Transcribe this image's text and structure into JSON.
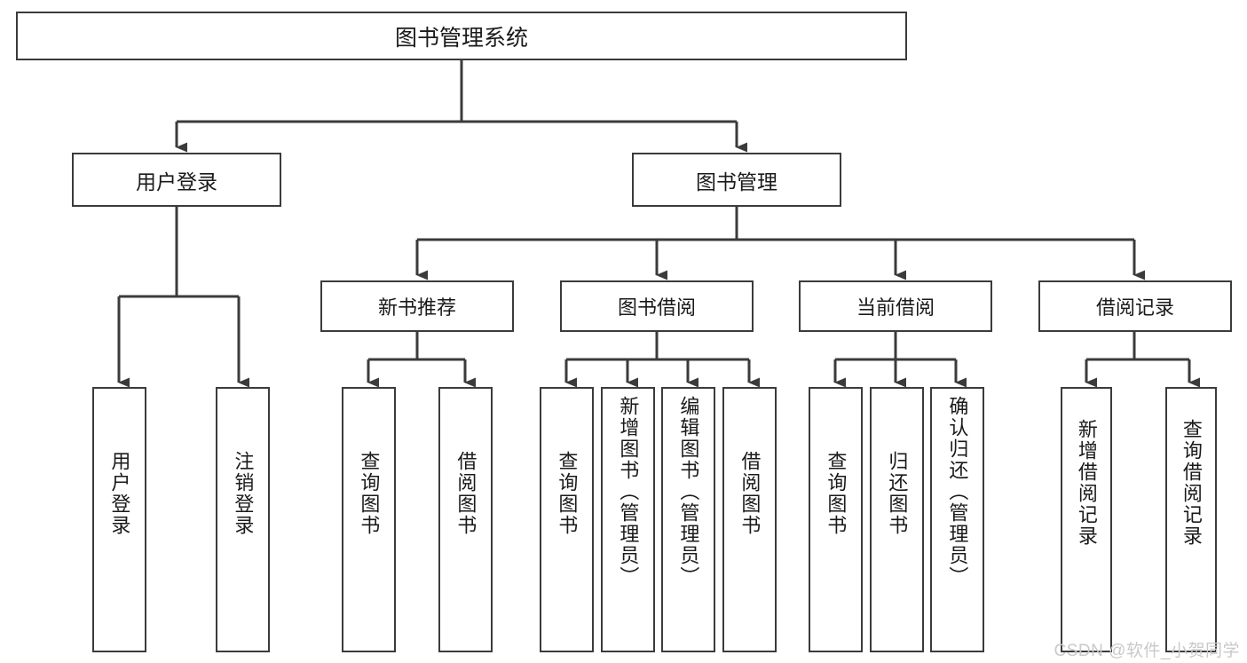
{
  "diagram": {
    "type": "tree-hierarchy",
    "title": "图书管理系统",
    "orientation": "top-down",
    "colors": {
      "box_border": "#3b3b3b",
      "box_fill": "#ffffff",
      "connector": "#3b3b3b",
      "text": "#1a1a1a",
      "watermark": "#c9c9c9",
      "background": "#ffffff"
    },
    "root": {
      "label": "图书管理系统"
    },
    "level2": [
      {
        "id": "user-login",
        "label": "用户登录"
      },
      {
        "id": "book-management",
        "label": "图书管理"
      }
    ],
    "level3": [
      {
        "id": "new-book-recommend",
        "label": "新书推荐"
      },
      {
        "id": "book-borrow",
        "label": "图书借阅"
      },
      {
        "id": "current-borrow",
        "label": "当前借阅"
      },
      {
        "id": "borrow-record",
        "label": "借阅记录"
      }
    ],
    "leaves": {
      "user_login": [
        {
          "id": "leaf-user-login",
          "label": "用户登录"
        },
        {
          "id": "leaf-logout-login",
          "label": "注销登录"
        }
      ],
      "new_book_recommend": [
        {
          "id": "leaf-query-book-1",
          "label": "查询图书"
        },
        {
          "id": "leaf-borrow-book-1",
          "label": "借阅图书"
        }
      ],
      "book_borrow": [
        {
          "id": "leaf-query-book-2",
          "label": "查询图书"
        },
        {
          "id": "leaf-add-book",
          "label": "新增图书（管理员）"
        },
        {
          "id": "leaf-edit-book",
          "label": "编辑图书（管理员）"
        },
        {
          "id": "leaf-borrow-book-2",
          "label": "借阅图书"
        }
      ],
      "current_borrow": [
        {
          "id": "leaf-query-book-3",
          "label": "查询图书"
        },
        {
          "id": "leaf-return-book",
          "label": "归还图书"
        },
        {
          "id": "leaf-confirm-return",
          "label": "确认归还（管理员）"
        }
      ],
      "borrow_record": [
        {
          "id": "leaf-add-record",
          "label": "新增借阅记录"
        },
        {
          "id": "leaf-query-record",
          "label": "查询借阅记录"
        }
      ]
    }
  },
  "watermark": {
    "text": "CSDN @软件_小贺同学"
  }
}
